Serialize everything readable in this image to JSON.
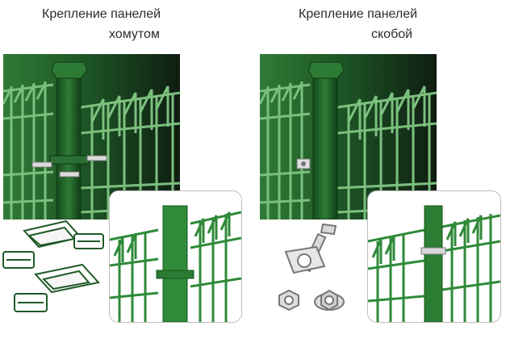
{
  "titles": {
    "left_line1": "Крепление панелей",
    "left_line2": "хомутом",
    "right_line1": "Крепление панелей",
    "right_line2": "скобой"
  },
  "colors": {
    "fence_dark": "#1c5a25",
    "fence_mid": "#3f8f45",
    "fence_light": "#78c07a",
    "panel_bg_dark": "#0f1d12",
    "panel_bg_light": "#2f7b36",
    "hardware_metal": "#cfcfcf"
  }
}
